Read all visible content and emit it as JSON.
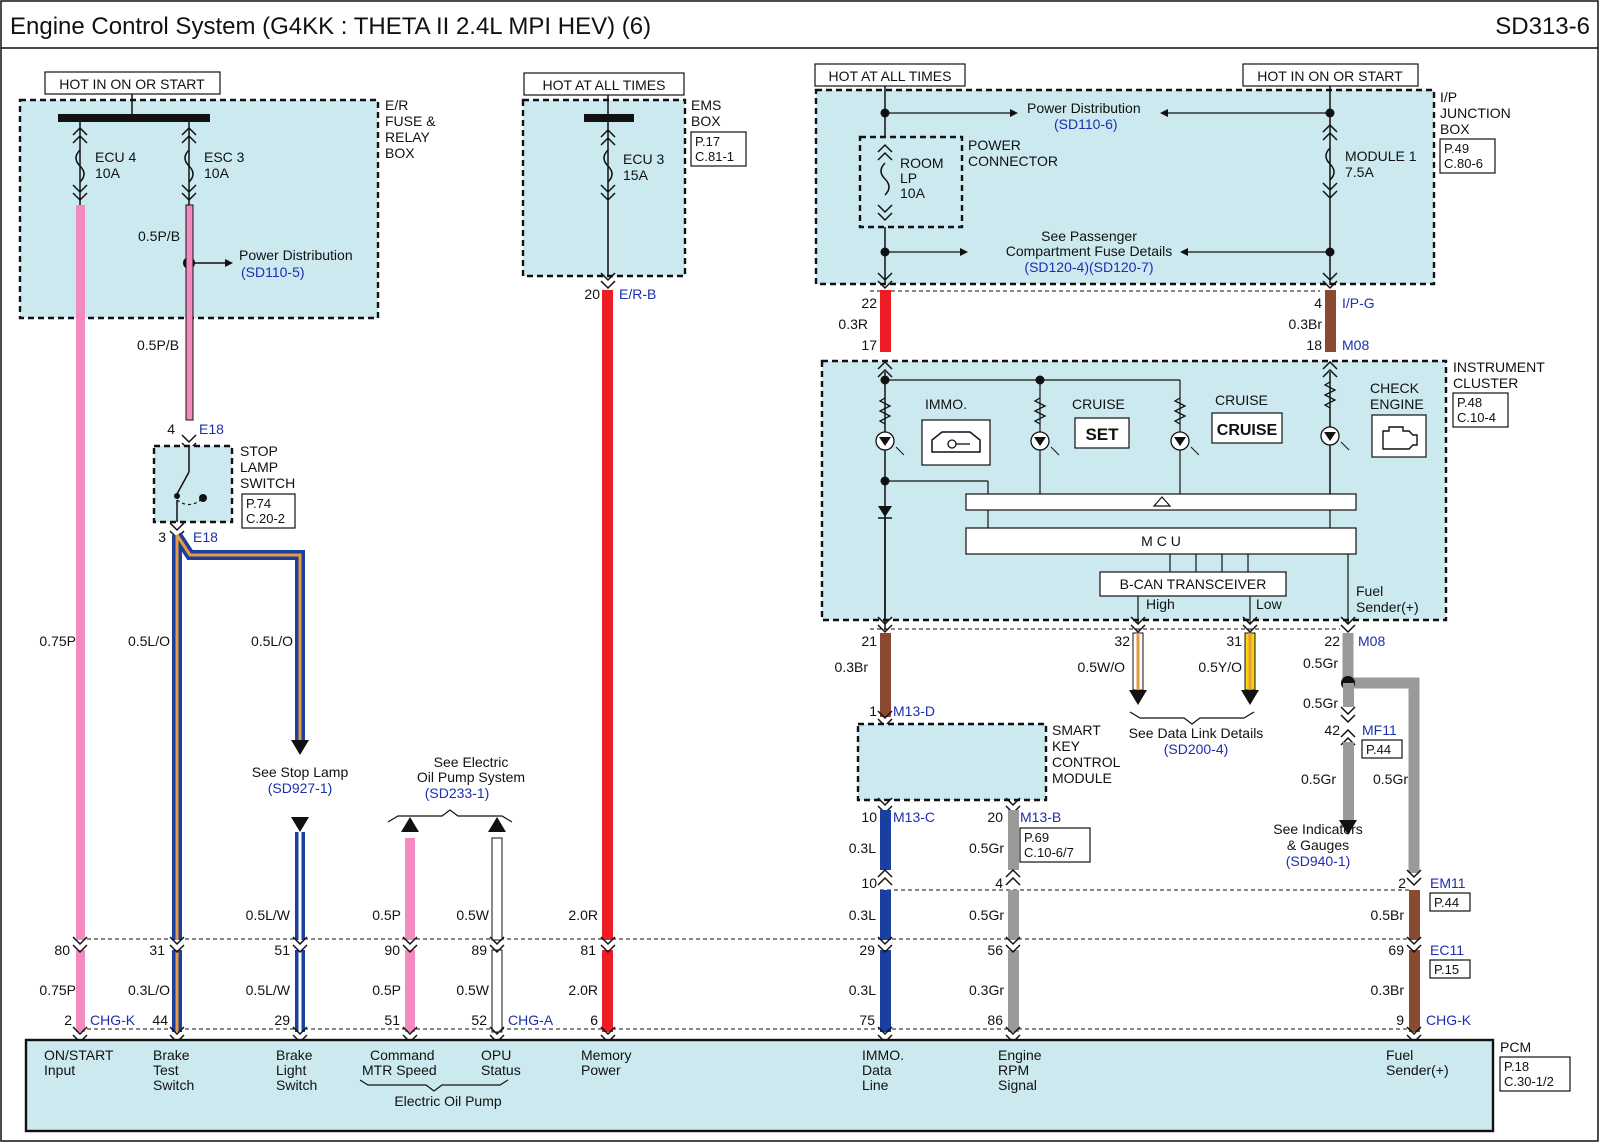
{
  "header": {
    "title": "Engine Control System (G4KK : THETA II 2.4L MPI HEV) (6)",
    "code": "SD313-6"
  },
  "supply": {
    "hot_on_start_left": "HOT IN ON OR START",
    "hot_all_times_ems": "HOT AT ALL TIMES",
    "hot_all_times_ip": "HOT AT ALL TIMES",
    "hot_on_start_ip": "HOT IN ON OR START"
  },
  "er_box": {
    "name_lines": [
      "E/R",
      "FUSE &",
      "RELAY",
      "BOX"
    ],
    "fuse1_name": "ECU 4",
    "fuse1_amp": "10A",
    "fuse2_name": "ESC 3",
    "fuse2_amp": "10A",
    "wire_label_top": "0.5P/B",
    "power_dist": "Power Distribution",
    "power_dist_ref": "(SD110-5)",
    "wire_label_mid": "0.5P/B"
  },
  "ems_box": {
    "name_lines": [
      "EMS",
      "BOX"
    ],
    "page": "P.17",
    "conn": "C.81-1",
    "fuse_name": "ECU 3",
    "fuse_amp": "15A",
    "pin": "20",
    "conn_id": "E/R-B"
  },
  "ip_box": {
    "name_lines": [
      "I/P",
      "JUNCTION",
      "BOX"
    ],
    "page": "P.49",
    "conn": "C.80-6",
    "power_dist": "Power Distribution",
    "power_dist_ref": "(SD110-6)",
    "room_lines": [
      "ROOM",
      "LP",
      "10A"
    ],
    "power_conn_lines": [
      "POWER",
      "CONNECTOR"
    ],
    "module_name": "MODULE 1",
    "module_amp": "7.5A",
    "passenger_lines": [
      "See Passenger",
      "Compartment Fuse Details"
    ],
    "passenger_ref": "(SD120-4)(SD120-7)",
    "pin_left": "22",
    "pin_right": "4",
    "conn_id": "I/P-G",
    "wire_left": "0.3R",
    "wire_right": "0.3Br",
    "pin_left2": "17",
    "pin_right2": "18",
    "conn_id2": "M08"
  },
  "cluster": {
    "name_lines": [
      "INSTRUMENT",
      "CLUSTER"
    ],
    "page": "P.48",
    "conn": "C.10-4",
    "immo": "IMMO.",
    "cruise1": "CRUISE",
    "set_icon": "SET",
    "cruise2": "CRUISE",
    "cruise_icon": "CRUISE",
    "check_lines": [
      "CHECK",
      "ENGINE"
    ],
    "mcu": "M C U",
    "bcan": "B-CAN TRANSCEIVER",
    "high": "High",
    "low": "Low",
    "fuel_lines": [
      "Fuel",
      "Sender(+)"
    ]
  },
  "cluster_out": {
    "pin_21": "21",
    "wire_21": "0.3Br",
    "pin_32": "32",
    "wire_32": "0.5W/O",
    "pin_31": "31",
    "wire_31": "0.5Y/O",
    "pin_22": "22",
    "conn_22": "M08",
    "wire_22a": "0.5Gr",
    "wire_22b": "0.5Gr",
    "data_link": "See Data Link Details",
    "data_link_ref": "(SD200-4)"
  },
  "smart_key": {
    "name_lines": [
      "SMART",
      "KEY",
      "CONTROL",
      "MODULE"
    ],
    "pin_top": "1",
    "conn_top": "M13-D",
    "pin_10": "10",
    "conn_10": "M13-C",
    "pin_20": "20",
    "conn_20": "M13-B",
    "page": "P.69",
    "conn": "C.10-6/7",
    "wire_10": "0.3L",
    "wire_20": "0.5Gr"
  },
  "mf11": {
    "pin": "42",
    "conn": "MF11",
    "page": "P.44",
    "wire_left": "0.5Gr",
    "wire_right": "0.5Gr",
    "indicators_lines": [
      "See Indicators",
      "& Gauges"
    ],
    "indicators_ref": "(SD940-1)"
  },
  "em11": {
    "pin": "2",
    "conn": "EM11",
    "page": "P.44",
    "pin_10": "10",
    "pin_4": "4",
    "wire": "0.5Br"
  },
  "ec11": {
    "conn": "EC11",
    "page": "P.15",
    "pins": [
      "80",
      "31",
      "51",
      "90",
      "89",
      "81",
      "29",
      "56",
      "69"
    ],
    "wire_label": "0.3Br"
  },
  "stop_lamp": {
    "pin_top": "4",
    "conn_top": "E18",
    "name_lines": [
      "STOP",
      "LAMP",
      "SWITCH"
    ],
    "page": "P.74",
    "conn": "C.20-2",
    "pin_bottom": "3",
    "conn_bottom": "E18",
    "see": "See Stop Lamp",
    "see_ref": "(SD927-1)"
  },
  "oil_pump": {
    "see_lines": [
      "See Electric",
      "Oil Pump System"
    ],
    "see_ref": "(SD233-1)"
  },
  "wires_upper": {
    "w1": "0.75P",
    "w2": "0.5L/O",
    "w3": "0.5L/O",
    "w4": "0.5L/W",
    "w5": "0.5P",
    "w6": "0.5W",
    "w7": "2.0R",
    "w8": "0.3L",
    "w9": "0.5Gr",
    "w10": "0.5Br"
  },
  "wires_lower": {
    "w1": "0.75P",
    "w2": "0.3L/O",
    "w3": "0.5L/W",
    "w4": "0.5P",
    "w5": "0.5W",
    "w6": "2.0R",
    "w7": "0.3L",
    "w8": "0.3Gr",
    "w9": "0.3Br"
  },
  "pcm": {
    "name": "PCM",
    "page": "P.18",
    "conn": "C.30-1/2",
    "conn_left": "CHG-K",
    "conn_mid": "CHG-A",
    "conn_right": "CHG-K",
    "pins": [
      "2",
      "44",
      "29",
      "51",
      "52",
      "6",
      "75",
      "86",
      "9"
    ],
    "terminals": [
      [
        "ON/START",
        "Input"
      ],
      [
        "Brake",
        "Test",
        "Switch"
      ],
      [
        "Brake",
        "Light",
        "Switch"
      ],
      [
        "Command",
        "MTR Speed"
      ],
      [
        "OPU",
        "Status"
      ],
      [
        "Memory",
        "Power"
      ],
      [
        "IMMO.",
        "Data",
        "Line"
      ],
      [
        "Engine",
        "RPM",
        "Signal"
      ],
      [
        "Fuel",
        "Sender(+)"
      ]
    ],
    "group_label": "Electric Oil Pump"
  },
  "colors": {
    "pink": "#f28ac0",
    "red": "#ee1c25",
    "brown": "#8a4a32",
    "blue": "#1a3fa0",
    "gray": "#9a9a9a",
    "orange": "#e99a3c",
    "yellow": "#f5d50c",
    "white": "#ffffff",
    "box_fill": "#cce9f0",
    "ref_blue": "#1c2fb0"
  }
}
